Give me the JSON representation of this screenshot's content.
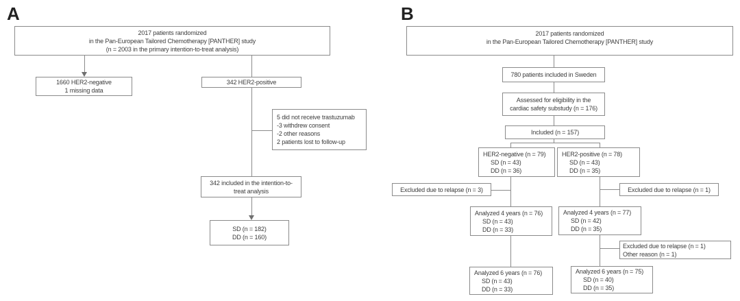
{
  "figure": {
    "type": "consort-flow-diagram",
    "study": "PANTHER",
    "colors": {
      "background": "#ffffff",
      "box_border": "#8a8a8a",
      "connector_line": "#8a8a8a",
      "text": "#3c3c3c",
      "panel_label": "#222222"
    },
    "icons": {
      "arrowhead_down_icon": "css-triangle-down"
    }
  },
  "panel_a": {
    "label": "A",
    "randomized": [
      "2017 patients randomized",
      "in the Pan-European Tailored Chemotherapy [PANTHER] study",
      "(n = 2003 in the primary intention-to-treat analysis)"
    ],
    "her2_negative": [
      "1660 HER2-negative",
      "1 missing data"
    ],
    "her2_positive": [
      "342 HER2-positive"
    ],
    "not_received": [
      "5 did not receive trastuzumab",
      "-3 withdrew consent",
      "-2 other reasons",
      "2 patients lost to follow-up"
    ],
    "itt": [
      "342 included in the intention-to-",
      "treat analysis"
    ],
    "arms": [
      "SD (n = 182)",
      "DD (n = 160)"
    ]
  },
  "panel_b": {
    "label": "B",
    "randomized": [
      "2017 patients randomized",
      "in the Pan-European Tailored Chemotherapy [PANTHER] study"
    ],
    "sweden": [
      "780 patients included in Sweden"
    ],
    "assessed": [
      "Assessed for eligibility in the",
      "cardiac safety substudy (n = 176)"
    ],
    "included": [
      "Included (n = 157)"
    ],
    "her2_negative": [
      "HER2-negative (n = 79)",
      "SD (n = 43)",
      "DD (n = 36)"
    ],
    "her2_positive": [
      "HER2-positive (n = 78)",
      "SD (n = 43)",
      "DD (n = 35)"
    ],
    "excluded_left": [
      "Excluded due to relapse (n = 3)"
    ],
    "excluded_right": [
      "Excluded due to relapse (n = 1)"
    ],
    "analyzed4_neg": [
      "Analyzed 4 years (n = 76)",
      "SD (n = 43)",
      "DD (n = 33)"
    ],
    "analyzed4_pos": [
      "Analyzed 4 years (n = 77)",
      "SD (n = 42)",
      "DD (n = 35)"
    ],
    "excluded_other": [
      "Excluded due to relapse (n = 1)",
      "Other reason (n = 1)"
    ],
    "analyzed6_neg": [
      "Analyzed 6 years (n = 76)",
      "SD (n = 43)",
      "DD (n = 33)"
    ],
    "analyzed6_pos": [
      "Analyzed 6 years (n = 75)",
      "SD (n = 40)",
      "DD (n = 35)"
    ]
  }
}
